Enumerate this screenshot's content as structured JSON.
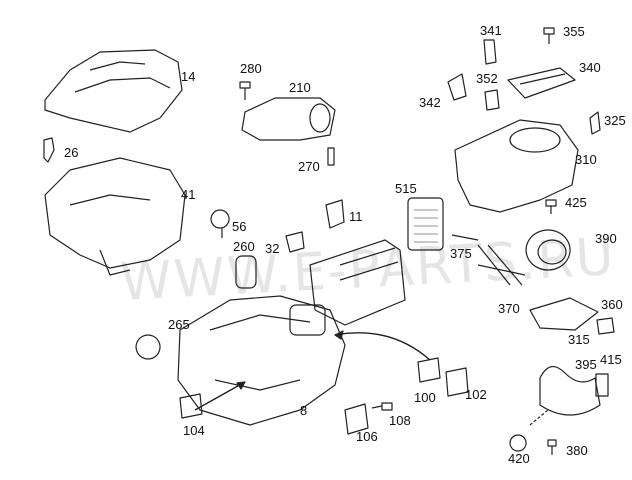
{
  "diagram": {
    "watermark": "WWW.E-PARTS.RU",
    "callouts": [
      "14",
      "26",
      "41",
      "280",
      "210",
      "270",
      "56",
      "260",
      "32",
      "11",
      "515",
      "375",
      "370",
      "390",
      "341",
      "355",
      "340",
      "352",
      "342",
      "325",
      "310",
      "425",
      "265",
      "100",
      "102",
      "104",
      "8",
      "106",
      "108",
      "360",
      "315",
      "395",
      "415",
      "420",
      "380"
    ]
  }
}
